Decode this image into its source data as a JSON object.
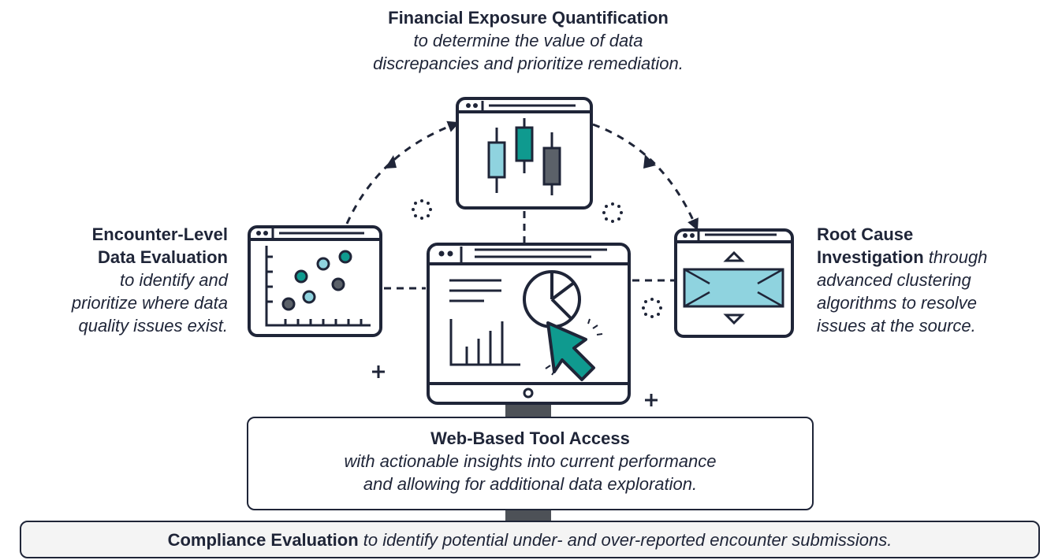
{
  "colors": {
    "navy": "#1f2538",
    "teal": "#0f9a8f",
    "light_blue": "#8fd3df",
    "gray": "#5b6169",
    "bar_gray": "#4d5157"
  },
  "icons": [
    "candlestick-chart-icon",
    "scatter-plot-icon",
    "monitor-dashboard-icon",
    "pie-chart-icon",
    "cursor-icon",
    "expand-window-icon"
  ],
  "financial": {
    "title": "Financial Exposure Quantification",
    "line1": "to determine the value of data",
    "line2": "discrepancies and prioritize remediation."
  },
  "encounter": {
    "title_line1": "Encounter-Level",
    "title_line2": "Data Evaluation",
    "line1": "to identify and",
    "line2": "prioritize where data",
    "line3": "quality issues exist."
  },
  "root_cause": {
    "title_line1": "Root Cause",
    "title_line2": "Investigation",
    "desc_inline": " through",
    "line2": "advanced clustering",
    "line3": "algorithms to resolve",
    "line4": "issues at the source."
  },
  "web_tool": {
    "title": "Web-Based Tool Access",
    "line1": "with actionable insights into current performance",
    "line2": "and allowing for additional data exploration."
  },
  "compliance": {
    "title": "Compliance Evaluation",
    "desc": " to identify potential under- and over-reported encounter submissions."
  }
}
